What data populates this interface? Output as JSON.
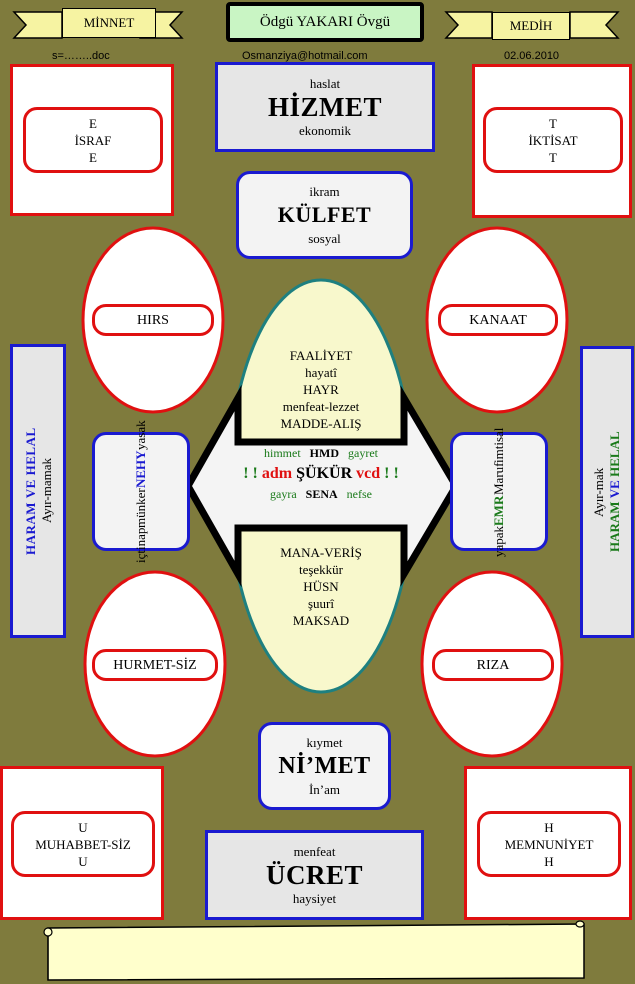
{
  "header": {
    "left_banner": "MİNNET",
    "center_title": "Ödgü YAKARI Övgü",
    "right_banner": "MEDİH",
    "file_name": "s=……..doc",
    "email": "Osmanziya@hotmail.com",
    "date": "02.06.2010"
  },
  "corners": {
    "top_left": {
      "lines": [
        "E",
        "İSRAF",
        "E"
      ]
    },
    "top_right": {
      "lines": [
        "T",
        "İKTİSAT",
        "T"
      ]
    },
    "bottom_left": {
      "lines": [
        "U",
        "MUHABBET-SİZ",
        "U"
      ]
    },
    "bottom_right": {
      "lines": [
        "H",
        "MEMNUNİYET",
        "H"
      ]
    }
  },
  "hizmet": {
    "top": "haslat",
    "title": "HİZMET",
    "bottom": "ekonomik"
  },
  "kulfet": {
    "top": "ikram",
    "title": "KÜLFET",
    "bottom": "sosyal"
  },
  "nimet": {
    "top": "kıymet",
    "title": "Nİ’MET",
    "bottom": "İn’am"
  },
  "ucret": {
    "top": "menfeat",
    "title": "ÜCRET",
    "bottom": "haysiyet"
  },
  "ovals": {
    "hirs": "HIRS",
    "kanaat": "KANAAT",
    "hurmetsiz": "HURMET-SİZ",
    "riza": "RIZA"
  },
  "side_left": {
    "title_1": "HARAM",
    "title_ve": "VE",
    "title_2": "HELAL",
    "sub": "Ayır-mamak"
  },
  "side_right": {
    "sub": "Ayır-mak",
    "title_1": "HARAM",
    "title_ve": "VE",
    "title_2": "HELAL"
  },
  "nehy": {
    "l1": "içtinap",
    "l2": "münker",
    "l3": "NEHY",
    "l4": "yasak"
  },
  "emr": {
    "l1": "yapak",
    "l2": "EMR",
    "l3": "Maruf",
    "l4": "imtisal"
  },
  "center": {
    "upper": [
      "FAALİYET",
      "hayatî",
      "HAYR",
      "menfeat-lezzet",
      "MADDE-ALIŞ"
    ],
    "row1": {
      "left": "himmet",
      "mid": "HMD",
      "right": "gayret"
    },
    "row2": {
      "excl_left": "! !",
      "left": "adm",
      "mid": "ŞÜKÜR",
      "right": "vcd",
      "excl_right": "! !"
    },
    "row3": {
      "left": "gayra",
      "mid": "SENA",
      "right": "nefse"
    },
    "lower": [
      "MANA-VERİŞ",
      "teşekkür",
      "HÜSN",
      "şuurî",
      "MAKSAD"
    ]
  },
  "colors": {
    "background": "#7f7b3d",
    "blue": "#1a1ad0",
    "red": "#e01010",
    "green": "#1a7a1a",
    "banner": "#f6f3a2",
    "title_bg": "#c9f5c4",
    "oval_fill": "#f8f8e0"
  }
}
